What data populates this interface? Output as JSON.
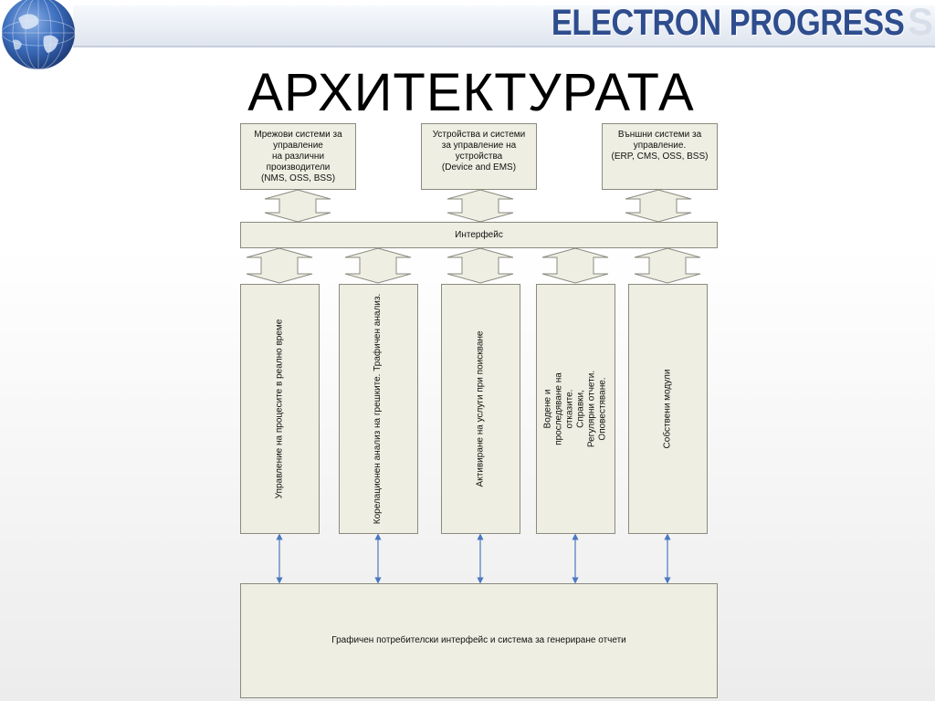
{
  "header": {
    "brand": "ELECTRON PROGRESS",
    "brand_trailing": "S"
  },
  "title": "АРХИТЕКТУРАТА",
  "top_boxes": [
    {
      "text": "Мрежови системи за\nуправление\nна различни\nпроизводители\n(NMS, OSS, BSS)"
    },
    {
      "text": "Устройства и системи\nза управление на\nустройства\n(Device and EMS)"
    },
    {
      "text": "Външни системи за\nуправление.\n(ERP, CMS, OSS, BSS)"
    }
  ],
  "interface_label": "Интерфейс",
  "modules": [
    {
      "text": "Управление на процесите в реално време"
    },
    {
      "text": "Корелационен анализ на грешките. Трафичен анализ."
    },
    {
      "text": "Активиране на услуги при поискване"
    },
    {
      "text": "Водене и проследяване на отказите. Справки,\nРегулярни отчети. Оповестяване."
    },
    {
      "text": "Собствени модули"
    }
  ],
  "bottom_label": "Графичен потребителски интерфейс и система за генериране отчети",
  "colors": {
    "box_fill": "#eeeee2",
    "box_border": "#8a8a80",
    "connector_arrow": "#4a78c2",
    "brand": "#2e4d8e"
  }
}
